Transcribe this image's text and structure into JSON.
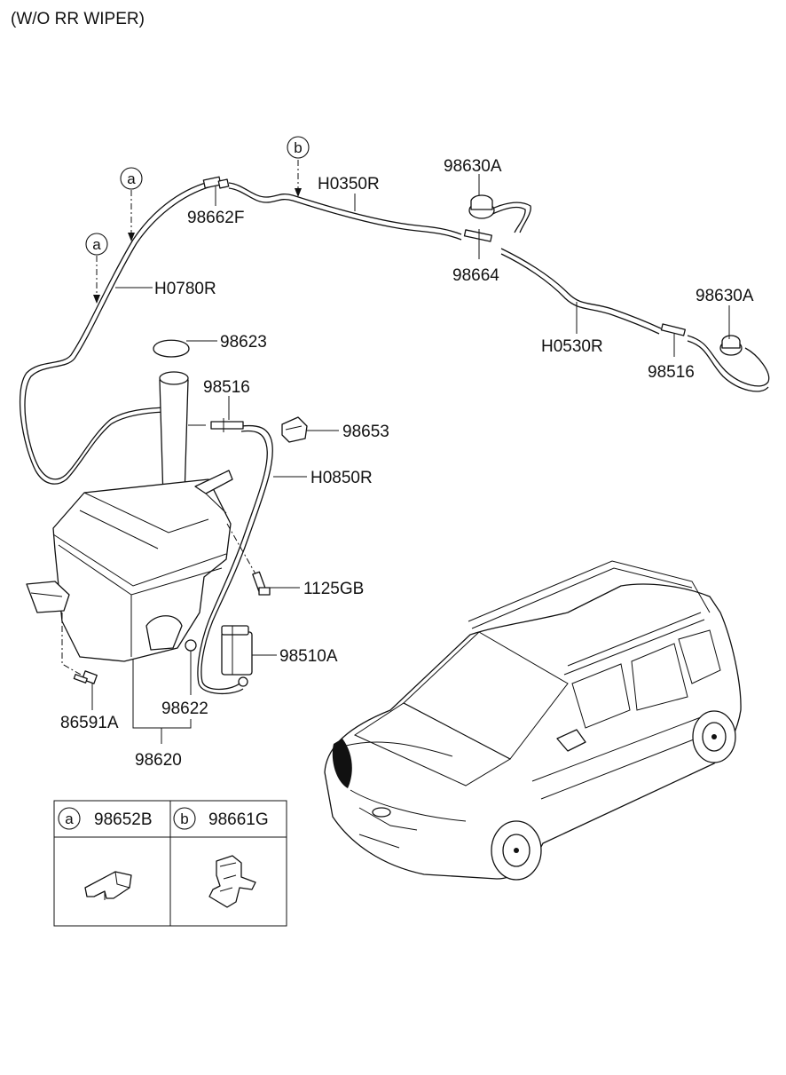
{
  "title": "(W/O RR WIPER)",
  "callouts": {
    "a1": "a",
    "a2": "a",
    "b1": "b"
  },
  "parts": {
    "p98662F": "98662F",
    "pH0350R": "H0350R",
    "p98630A_top": "98630A",
    "p98664": "98664",
    "pH0780R": "H0780R",
    "p98630A_right": "98630A",
    "pH0530R": "H0530R",
    "p98516_right": "98516",
    "p98623": "98623",
    "p98516_left": "98516",
    "p98653": "98653",
    "pH0850R": "H0850R",
    "p1125GB": "1125GB",
    "p98510A": "98510A",
    "p86591A": "86591A",
    "p98622": "98622",
    "p98620": "98620"
  },
  "legend": {
    "a_letter": "a",
    "a_part": "98652B",
    "b_letter": "b",
    "b_part": "98661G"
  }
}
